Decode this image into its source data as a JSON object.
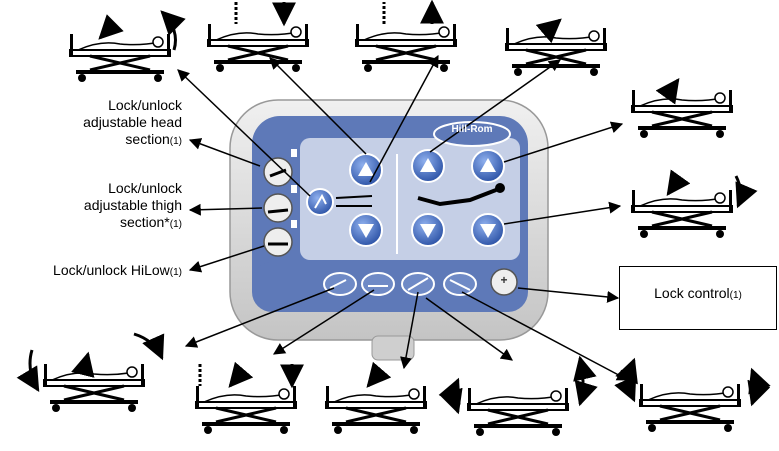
{
  "labels": {
    "head_l1": "Lock/unlock",
    "head_l2": "adjustable head",
    "head_l3": "section",
    "head_sub": "(1)",
    "thigh_l1": "Lock/unlock",
    "thigh_l2": "adjustable thigh",
    "thigh_l3": "section*",
    "thigh_sub": "(1)",
    "hilow": "Lock/unlock HiLow",
    "hilow_sub": "(1)",
    "lock_control": "Lock control",
    "lock_control_sub": "(1)"
  },
  "panel": {
    "brand": "Hill-Rom",
    "lock_glyph": "+"
  },
  "colors": {
    "panel_face": "#5e79b8",
    "button_blue": "#3d64b8",
    "bezel": "#dcdcdc"
  }
}
